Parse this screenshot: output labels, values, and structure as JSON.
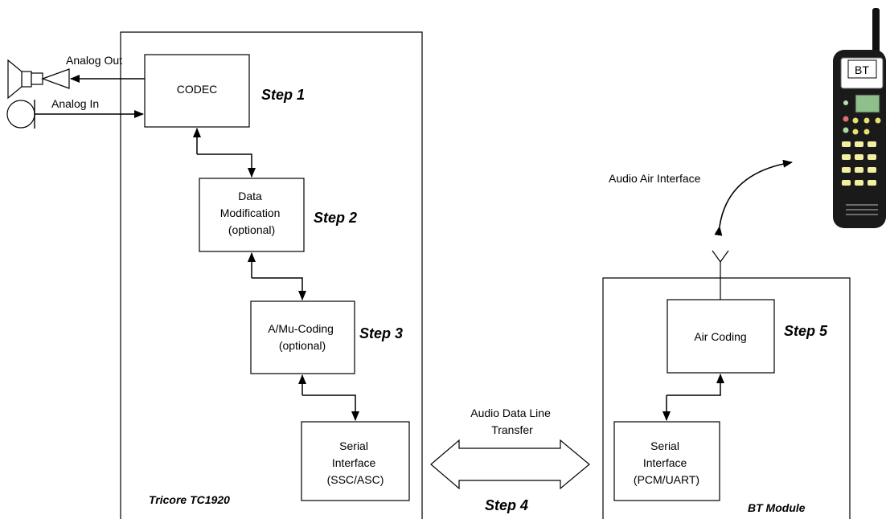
{
  "labels": {
    "analog_out": "Analog Out",
    "analog_in": "Analog In",
    "air_interface": "Audio Air Interface",
    "transfer_line1": "Audio Data Line",
    "transfer_line2": "Transfer",
    "phone_display": "BT"
  },
  "containers": {
    "tricore": "Tricore TC1920",
    "bt_module": "BT Module"
  },
  "blocks": {
    "codec": [
      "CODEC"
    ],
    "data_mod": [
      "Data",
      "Modification",
      "(optional)"
    ],
    "amu": [
      "A/Mu-Coding",
      "(optional)"
    ],
    "serial_left": [
      "Serial",
      "Interface",
      "(SSC/ASC)"
    ],
    "air_coding": [
      "Air Coding"
    ],
    "serial_right": [
      "Serial",
      "Interface",
      "(PCM/UART)"
    ]
  },
  "steps": {
    "s1": "Step 1",
    "s2": "Step 2",
    "s3": "Step 3",
    "s4": "Step 4",
    "s5": "Step 5"
  }
}
